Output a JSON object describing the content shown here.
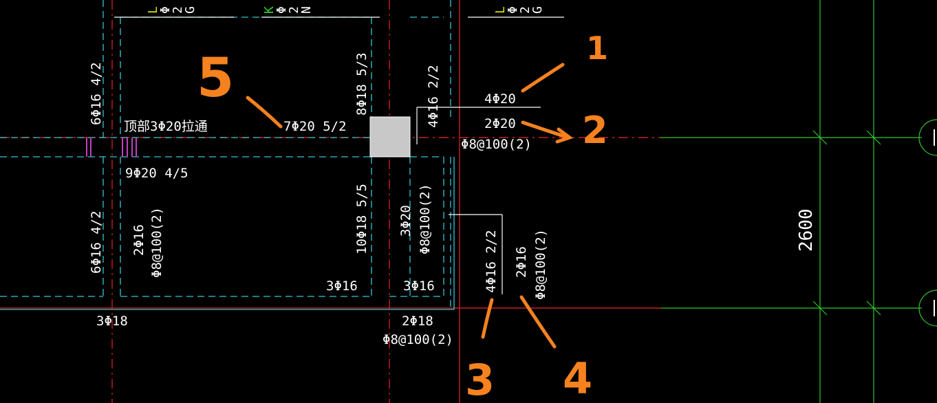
{
  "colors": {
    "background": "#000000",
    "axis_red": "#c81e1e",
    "beam_cyan": "#34c6d6",
    "grid_green": "#2ec82e",
    "text_white": "#ffffff",
    "annotation_orange": "#f5821f",
    "column_fill": "#c8c8c8",
    "stirrup_magenta": "#c040c0"
  },
  "top_clipped_labels": {
    "left_group": [
      "L",
      "Φ",
      "2",
      "G"
    ],
    "mid_group": [
      "K",
      "Φ",
      "2",
      "N"
    ],
    "right_group": [
      "L",
      "Φ",
      "2",
      "G"
    ]
  },
  "labels": {
    "left_upper_vertical": "6Φ16 4/2",
    "left_lower_vertical": "6Φ16 4/2",
    "top_through_bars": "顶部3Φ20拉通",
    "beam_top_span": "7Φ20 5/2",
    "beam_bottom_span": "9Φ20 4/5",
    "mid_col_upper": "8Φ18 5/3",
    "mid_col_lower": "10Φ18 5/5",
    "left_stirrup_a": "2Φ16",
    "left_stirrup_b": "Φ8@100(2)",
    "right_beam_a": "3Φ20",
    "right_beam_b": "Φ8@100(2)",
    "bottom_left_inner": "3Φ16",
    "bottom_right_inner": "3Φ16",
    "bottom_left_outer": "3Φ18",
    "bottom_mid_a": "2Φ18",
    "bottom_mid_b": "Φ8@100(2)",
    "right_upper_vertical": "4Φ16 2/2",
    "leader_top_1": "4Φ20",
    "leader_top_2": "2Φ20",
    "leader_top_3": "Φ8@100(2)",
    "leader_bottom_1": "4Φ16 2/2",
    "leader_bottom_2": "2Φ16",
    "leader_bottom_3": "Φ8@100(2)",
    "dimension": "2600"
  },
  "annotations": {
    "n1": "1",
    "n2": "2",
    "n3": "3",
    "n4": "4",
    "n5": "5"
  }
}
